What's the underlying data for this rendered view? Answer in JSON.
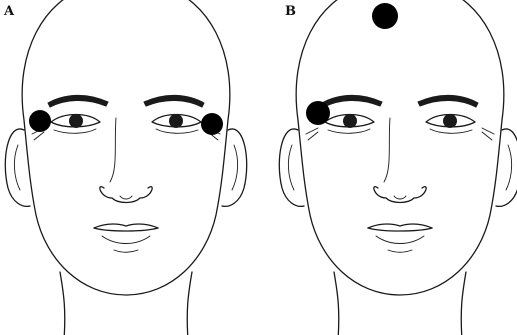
{
  "panels": [
    {
      "label": "A",
      "electrodes": [
        "right-temple",
        "left-temple"
      ]
    },
    {
      "label": "B",
      "electrodes": [
        "vertex",
        "right-temple"
      ]
    }
  ],
  "colors": {
    "line": "#1a1a1a",
    "electrode": "#000000",
    "background": "#ffffff"
  }
}
